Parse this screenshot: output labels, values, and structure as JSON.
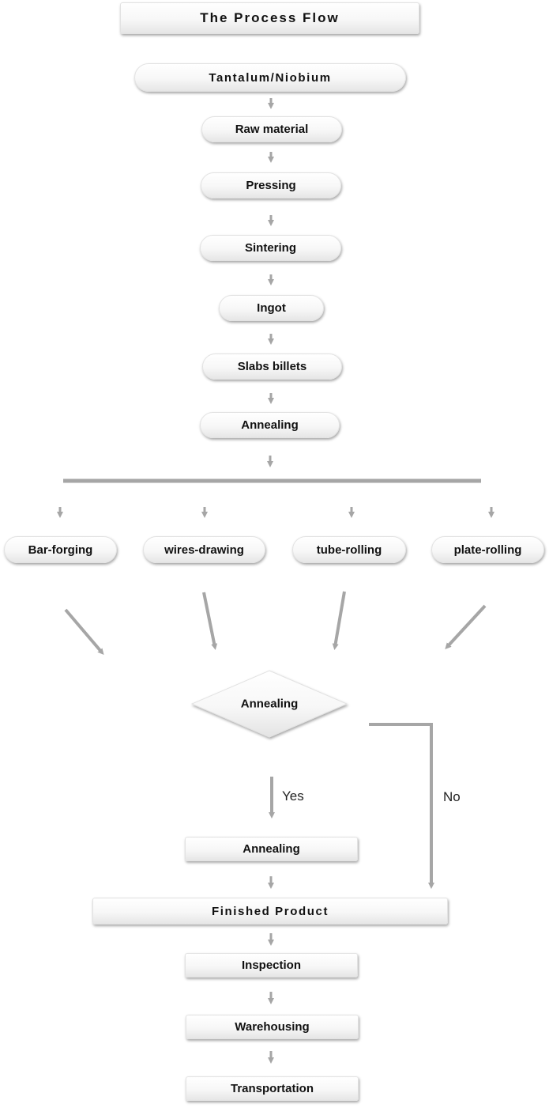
{
  "title": "The Process Flow",
  "steps": {
    "source": "Tantalum/Niobium",
    "raw_material": "Raw material",
    "pressing": "Pressing",
    "sintering": "Sintering",
    "ingot": "Ingot",
    "slabs_billets": "Slabs billets",
    "annealing_1": "Annealing"
  },
  "branches": [
    "Bar-forging",
    "wires-drawing",
    "tube-rolling",
    "plate-rolling"
  ],
  "decision": {
    "label": "Annealing",
    "yes": "Yes",
    "no": "No"
  },
  "final_steps": {
    "annealing_2": "Annealing",
    "finished_product": "Finished Product",
    "inspection": "Inspection",
    "warehousing": "Warehousing",
    "transportation": "Transportation"
  },
  "colors": {
    "connector": "#a6a6a6",
    "node_border": "#e2e2e2"
  }
}
